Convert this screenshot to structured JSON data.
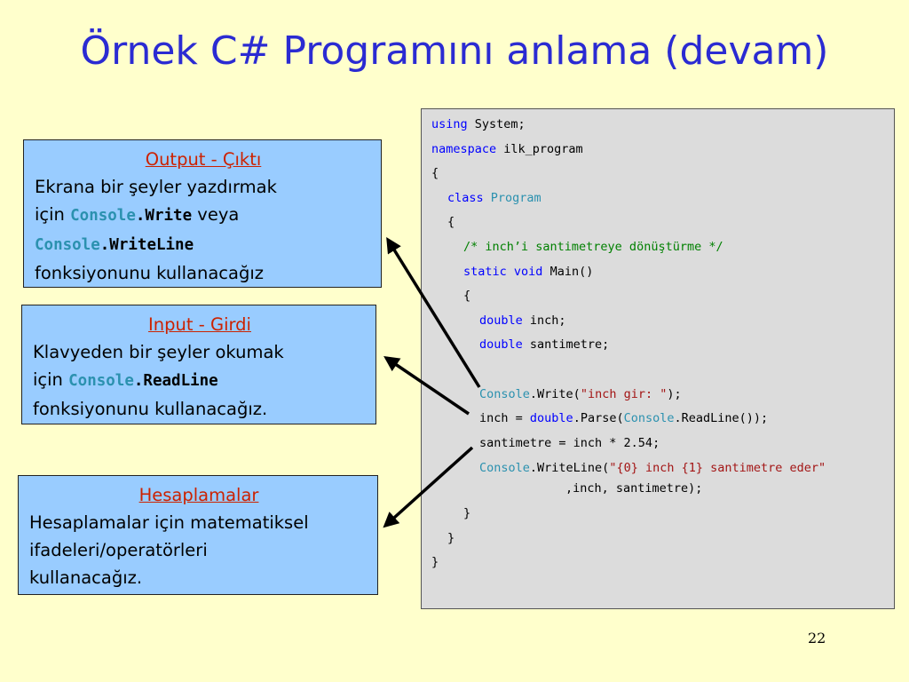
{
  "slide": {
    "title": "Örnek C# Programını anlama (devam)",
    "page_number": "22"
  },
  "boxes": {
    "output": {
      "heading": "Output - Çıktı",
      "line1": "Ekrana bir şeyler yazdırmak",
      "line2_prefix": "için ",
      "line2_code_class": "Console",
      "line2_code_method": ".Write",
      "line2_suffix": " veya",
      "line3_code_class": "Console",
      "line3_code_method": ".WriteLine",
      "line4": "fonksiyonunu kullanacağız"
    },
    "input": {
      "heading": "Input - Girdi",
      "line1": "Klavyeden bir şeyler okumak",
      "line2_prefix": "için ",
      "line2_code_class": "Console",
      "line2_code_method": ".ReadLine",
      "line3": "fonksiyonunu kullanacağız."
    },
    "calc": {
      "heading": "Hesaplamalar",
      "line1": "Hesaplamalar için matematiksel",
      "line2": "ifadeleri/operatörleri",
      "line3": "kullanacağız."
    }
  },
  "code": {
    "l1_kw": "using",
    "l1_rest": " System;",
    "l2_kw": "namespace",
    "l2_rest": " ilk_program",
    "l3": "{",
    "l4_kw": "class",
    "l4_type": "Program",
    "l5": "{",
    "l6_comment": "/* inch’i santimetreye dönüştürme */",
    "l7_kw1": "static",
    "l7_kw2": "void",
    "l7_rest": " Main()",
    "l8": "{",
    "l9_kw": "double",
    "l9_rest": " inch;",
    "l10_kw": "double",
    "l10_rest": " santimetre;",
    "l11_type": "Console",
    "l11_a": ".Write(",
    "l11_str": "\"inch gir: \"",
    "l11_b": ");",
    "l12_a": "inch = ",
    "l12_kw": "double",
    "l12_b": ".Parse(",
    "l12_type": "Console",
    "l12_c": ".ReadLine());",
    "l13": "santimetre = inch * 2.54;",
    "l14_type": "Console",
    "l14_a": ".WriteLine(",
    "l14_str": "\"{0} inch {1} santimetre eder\"",
    "l15": ",inch, santimetre);",
    "l16": "}",
    "l17": "}",
    "l18": "}"
  },
  "colors": {
    "background": "#ffffcc",
    "title": "#2b2bd2",
    "box_fill": "#99ccff",
    "heading": "#cc2200",
    "code_bg": "#dcdcdc",
    "keyword": "#0000ff",
    "type": "#2b91af",
    "comment": "#008000",
    "string": "#a31515"
  }
}
